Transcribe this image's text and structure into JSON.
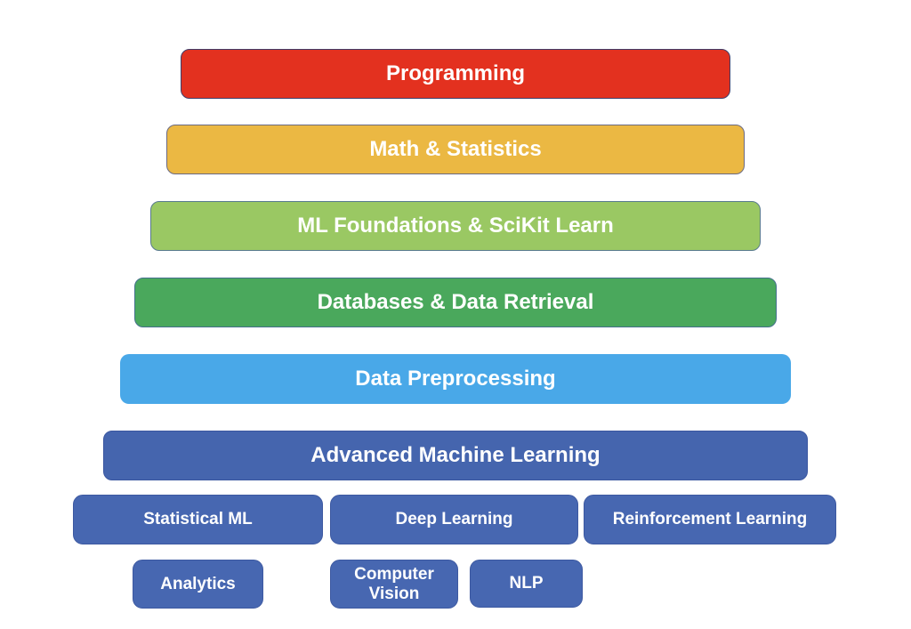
{
  "page": {
    "background": "#FFFFFF",
    "text_color": "#FFFFFF"
  },
  "diagram": {
    "layers": [
      {
        "label": "Programming",
        "fill": "#E3311F",
        "border": "#3F3E6B"
      },
      {
        "label": "Math & Statistics",
        "fill": "#EBB843",
        "border": "#6A6A82"
      },
      {
        "label": "ML Foundations & SciKit Learn",
        "fill": "#9AC863",
        "border": "#587A8E"
      },
      {
        "label": "Databases & Data Retrieval",
        "fill": "#4AA85C",
        "border": "#44708C"
      },
      {
        "label": "Data Preprocessing",
        "fill": "#49A8E8",
        "border": "#49A8E8"
      },
      {
        "label": "Advanced Machine Learning",
        "fill": "#4565AE",
        "border": "#3A56A0"
      }
    ],
    "branches": [
      {
        "label": "Statistical ML"
      },
      {
        "label": "Deep Learning"
      },
      {
        "label": "Reinforcement Learning"
      }
    ],
    "topics": [
      {
        "label": "Analytics"
      },
      {
        "label": "Computer Vision"
      },
      {
        "label": "NLP"
      }
    ],
    "box_fill": "#4767B1",
    "box_border": "#3D59A1"
  }
}
